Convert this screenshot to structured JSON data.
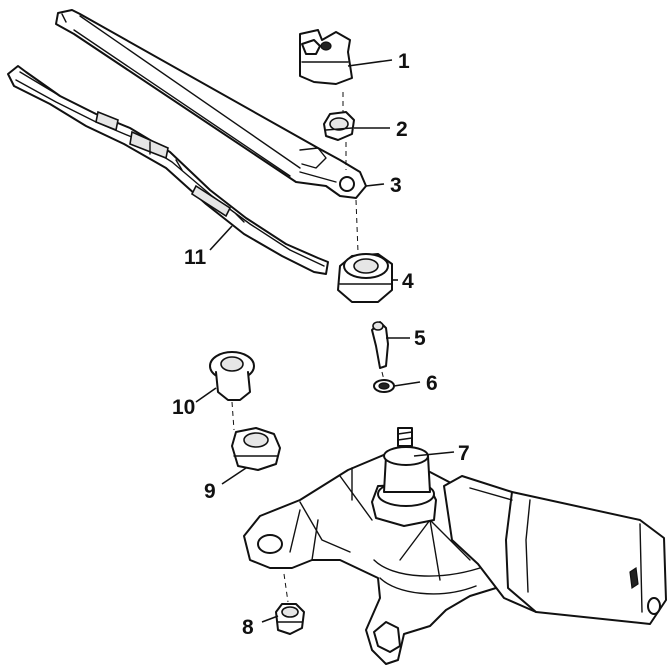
{
  "callouts": {
    "c1": "1",
    "c2": "2",
    "c3": "3",
    "c4": "4",
    "c5": "5",
    "c6": "6",
    "c7": "7",
    "c8": "8",
    "c9": "9",
    "c10": "10",
    "c11": "11"
  },
  "style": {
    "line_color": "#111111",
    "fill_color": "#ffffff"
  }
}
